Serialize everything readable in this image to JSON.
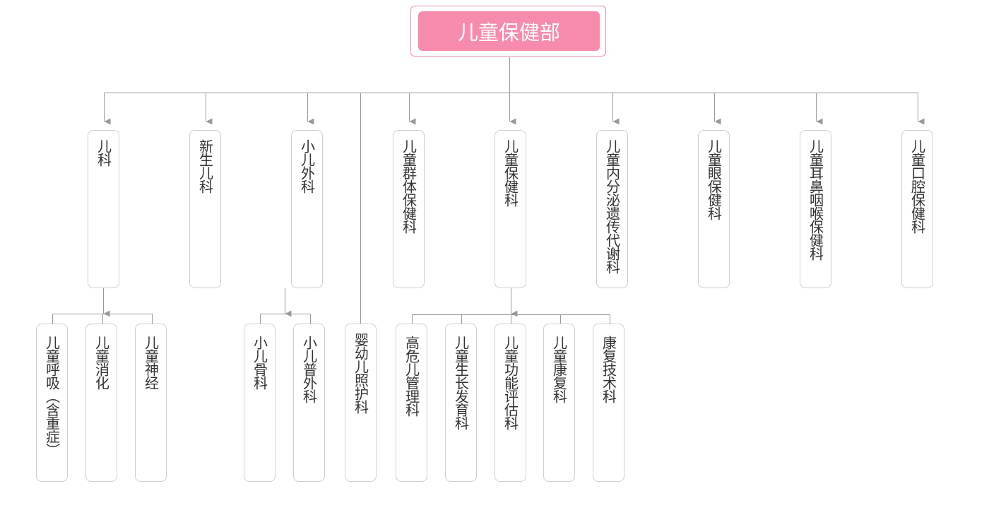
{
  "root": {
    "label": "儿童保健部",
    "color": "#f78bab"
  },
  "departments": [
    {
      "label": "儿科",
      "children": [
        "儿童呼吸（含重症）",
        "儿童消化",
        "儿童神经"
      ]
    },
    {
      "label": "新生儿科"
    },
    {
      "label": "小儿外科",
      "children": [
        "小儿骨科",
        "小儿普外科"
      ]
    },
    {
      "label": "婴幼儿照护科"
    },
    {
      "label": "儿童群体保健科"
    },
    {
      "label": "儿童保健科",
      "children": [
        "高危儿管理科",
        "儿童生长发育科",
        "儿童功能评估科",
        "儿童康复科",
        "康复技术科"
      ]
    },
    {
      "label": "儿童内分泌遗传代谢科"
    },
    {
      "label": "儿童眼保健科"
    },
    {
      "label": "儿童耳鼻咽喉保健科"
    },
    {
      "label": "儿童口腔保健科"
    }
  ]
}
